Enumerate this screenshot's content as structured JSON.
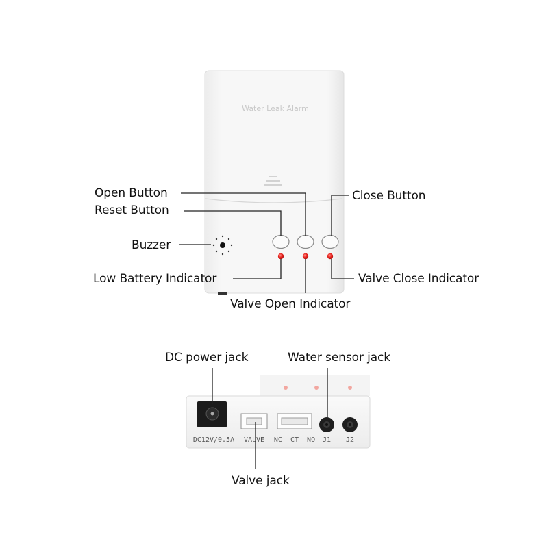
{
  "device": {
    "front_printed_text": "Water Leak Alarm"
  },
  "callouts": {
    "open_button": "Open Button",
    "reset_button": "Reset Button",
    "close_button": "Close Button",
    "buzzer": "Buzzer",
    "low_battery_indicator": "Low Battery Indicator",
    "valve_open_indicator": "Valve Open Indicator",
    "valve_close_indicator": "Valve Close Indicator",
    "dc_power_jack": "DC power jack",
    "water_sensor_jack": "Water sensor jack",
    "valve_jack": "Valve jack"
  },
  "ports": {
    "dc": "DC12V/0.5A",
    "valve": "VALVE",
    "relay": "NC  CT  NO",
    "j1": "J1",
    "j2": "J2"
  },
  "colors": {
    "led_red": "#e8231f",
    "case_white": "#f4f4f4",
    "leader_line": "#222222"
  }
}
